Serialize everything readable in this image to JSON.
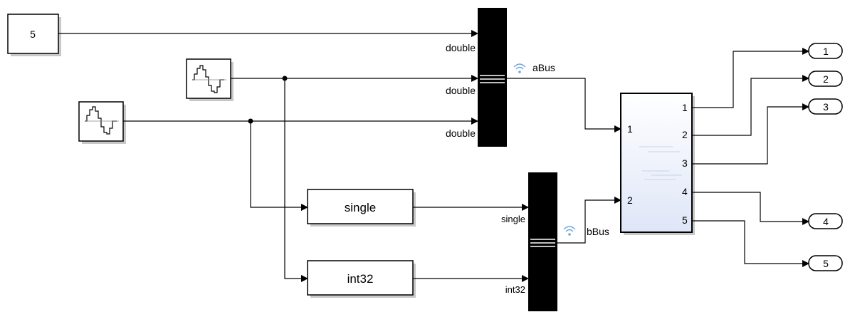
{
  "blocks": {
    "constant": {
      "value": "5"
    },
    "convert_single": {
      "label": "single"
    },
    "convert_int32": {
      "label": "int32"
    },
    "selector": {
      "in_ports": [
        "1",
        "2"
      ],
      "out_ports": [
        "1",
        "2",
        "3",
        "4",
        "5"
      ]
    },
    "outports": [
      "1",
      "2",
      "3",
      "4",
      "5"
    ]
  },
  "buses": {
    "a_bus": {
      "name": "aBus",
      "input_types": [
        "double",
        "double",
        "double"
      ]
    },
    "b_bus": {
      "name": "bBus",
      "input_types": [
        "single",
        "int32"
      ]
    }
  },
  "colors": {
    "signal_icon": "#6fa8dc",
    "gradient_bottom": "#dfe6f7"
  }
}
